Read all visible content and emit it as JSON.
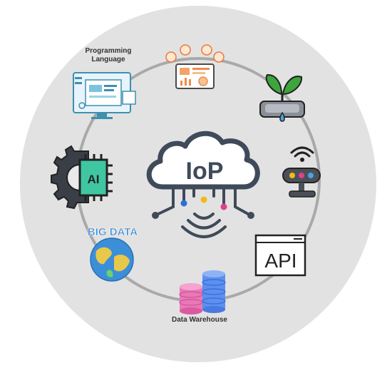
{
  "diagram": {
    "center_label": "IoP",
    "labels": {
      "programming_language": "Programming Language",
      "data_warehouse": "Data Warehouse",
      "ai": "AI",
      "big_data": "BIG DATA",
      "api": "API"
    },
    "colors": {
      "outer_circle": "#e2e2e2",
      "ring": "#a9a9a9",
      "cloud_fill": "#ffffff",
      "cloud_stroke": "#3f4a5a",
      "accent_blue": "#2d6fd6",
      "accent_yellow": "#f2b81c",
      "accent_pink": "#e0408a",
      "ai_green": "#3fc7a1",
      "plant_green": "#3ca53c",
      "db_pink": "#ec77b6",
      "db_blue": "#5b8ff0"
    }
  }
}
